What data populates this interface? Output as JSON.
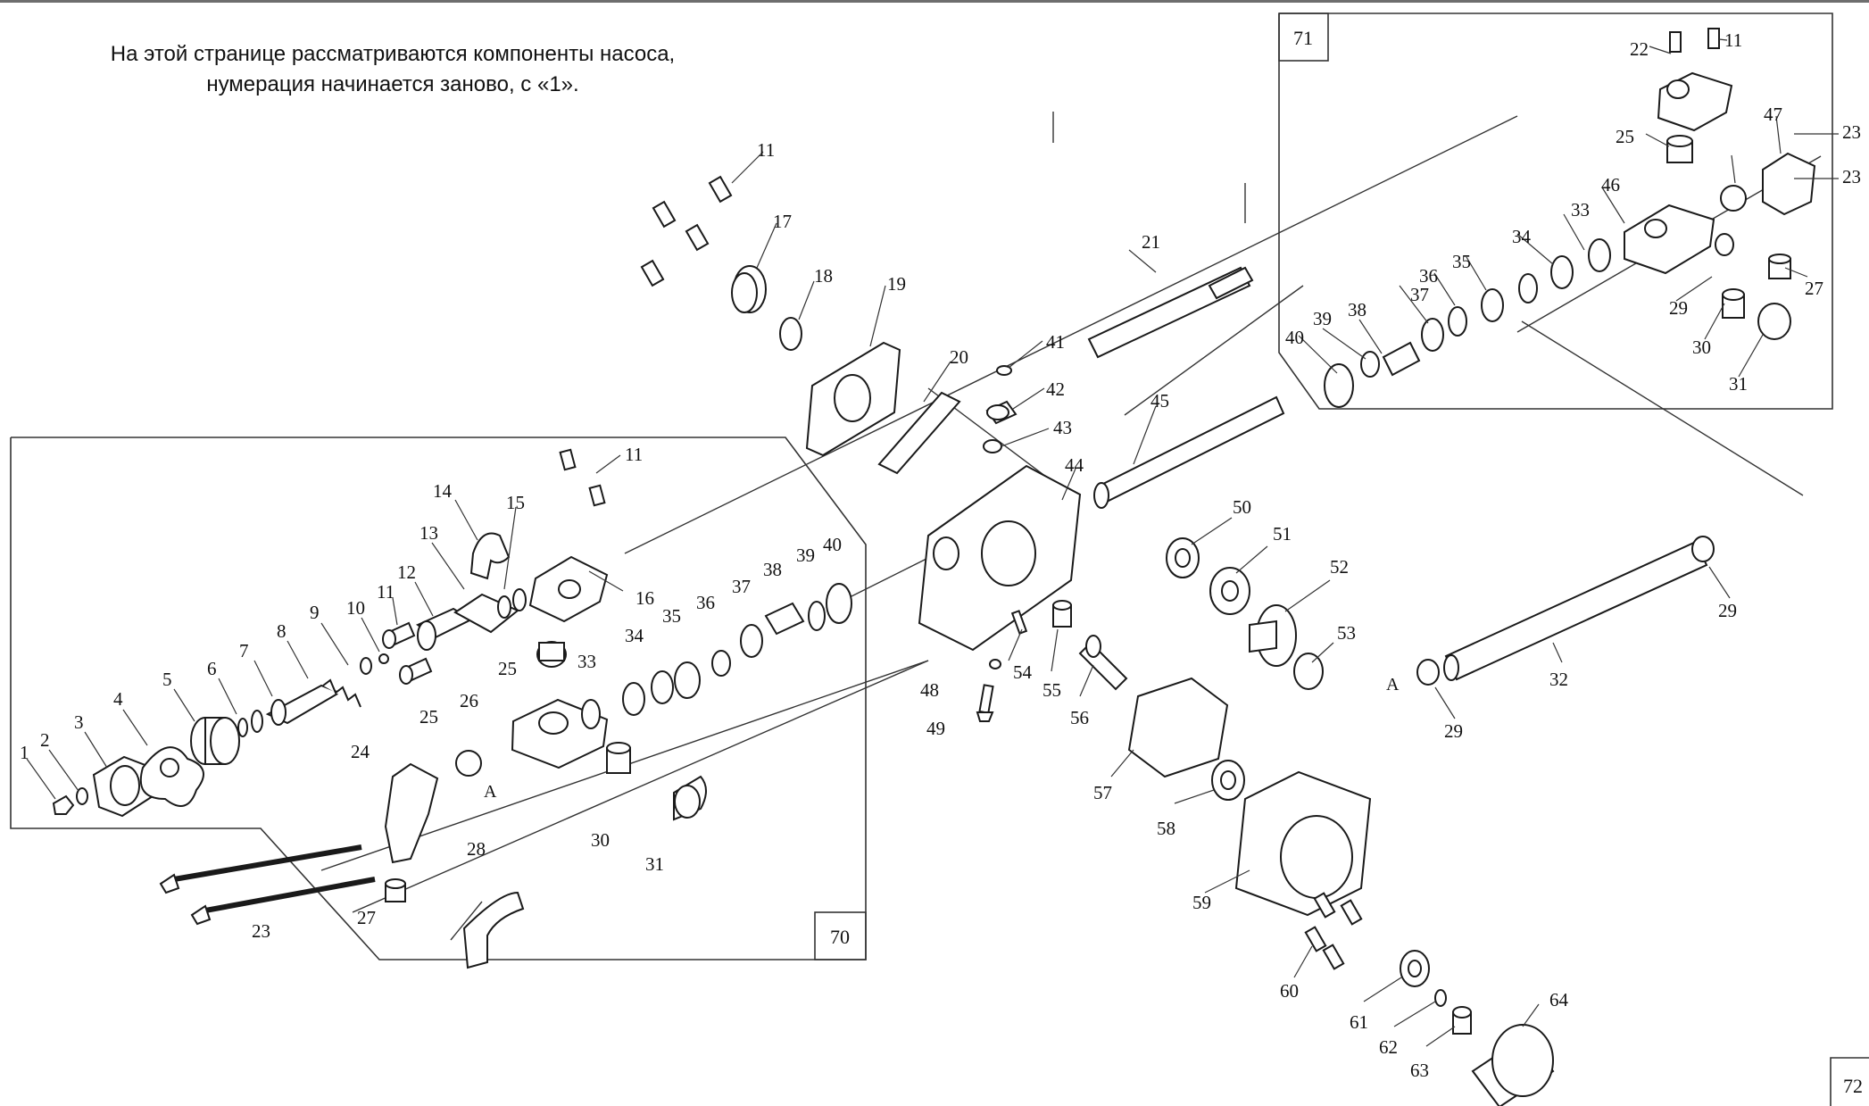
{
  "caption": {
    "line1": "На этой странице рассматриваются компоненты насоса,",
    "line2": "нумерация начинается заново, с «1»."
  },
  "sections": {
    "left": "70",
    "right": "71",
    "corner": "72"
  },
  "connector_mark": "A",
  "callouts": [
    "1",
    "2",
    "3",
    "4",
    "5",
    "6",
    "7",
    "8",
    "9",
    "10",
    "11",
    "11",
    "11",
    "11",
    "12",
    "13",
    "14",
    "15",
    "16",
    "17",
    "18",
    "19",
    "20",
    "21",
    "22",
    "23",
    "23",
    "23",
    "24",
    "25",
    "25",
    "25",
    "26",
    "27",
    "27",
    "28",
    "29",
    "29",
    "29",
    "30",
    "30",
    "31",
    "31",
    "32",
    "33",
    "33",
    "34",
    "34",
    "35",
    "35",
    "36",
    "36",
    "37",
    "37",
    "38",
    "38",
    "39",
    "39",
    "40",
    "40",
    "41",
    "42",
    "43",
    "44",
    "45",
    "46",
    "47",
    "48",
    "49",
    "50",
    "51",
    "52",
    "53",
    "54",
    "55",
    "56",
    "57",
    "58",
    "59",
    "60",
    "61",
    "62",
    "63",
    "64"
  ]
}
